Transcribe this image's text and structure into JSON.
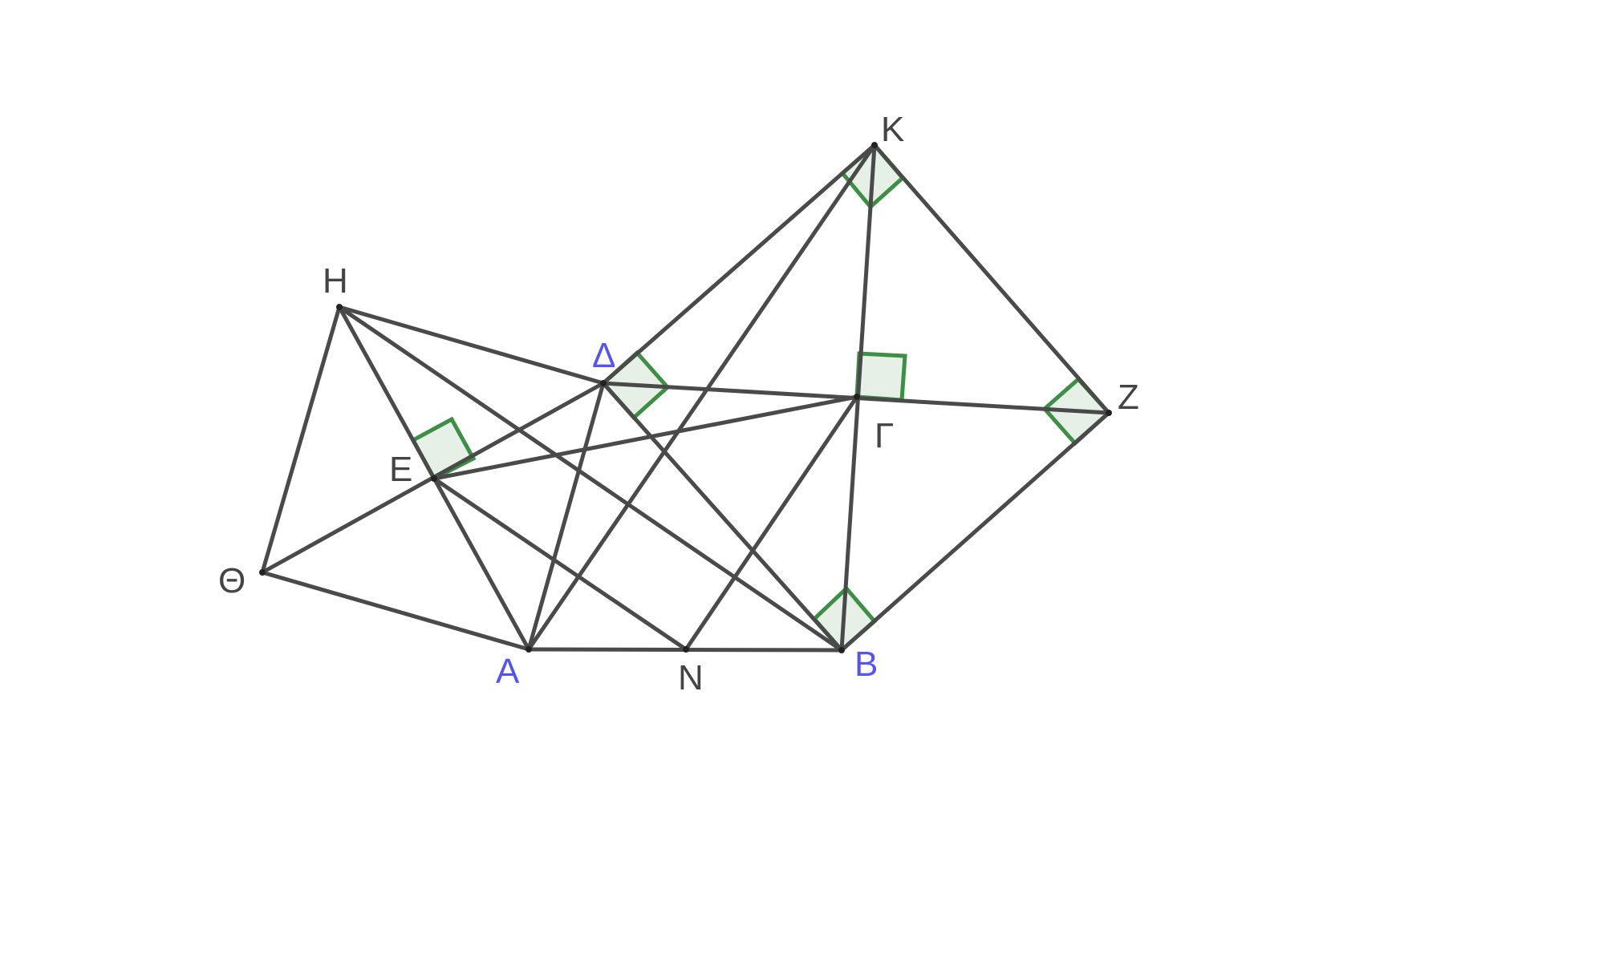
{
  "diagram": {
    "points": {
      "A": {
        "label": "A",
        "color": "#5555ee"
      },
      "B": {
        "label": "B",
        "color": "#5555ee"
      },
      "Gamma": {
        "label": "Γ",
        "color": "#444444"
      },
      "Delta": {
        "label": "Δ",
        "color": "#5555ee"
      },
      "E": {
        "label": "E",
        "color": "#444444"
      },
      "Z": {
        "label": "Z",
        "color": "#444444"
      },
      "H": {
        "label": "H",
        "color": "#444444"
      },
      "Theta": {
        "label": "Θ",
        "color": "#444444"
      },
      "K": {
        "label": "K",
        "color": "#444444"
      },
      "N": {
        "label": "N",
        "color": "#444444"
      }
    },
    "segment_color": "#4a4a4a",
    "right_angle_color": "#3d8f45"
  }
}
